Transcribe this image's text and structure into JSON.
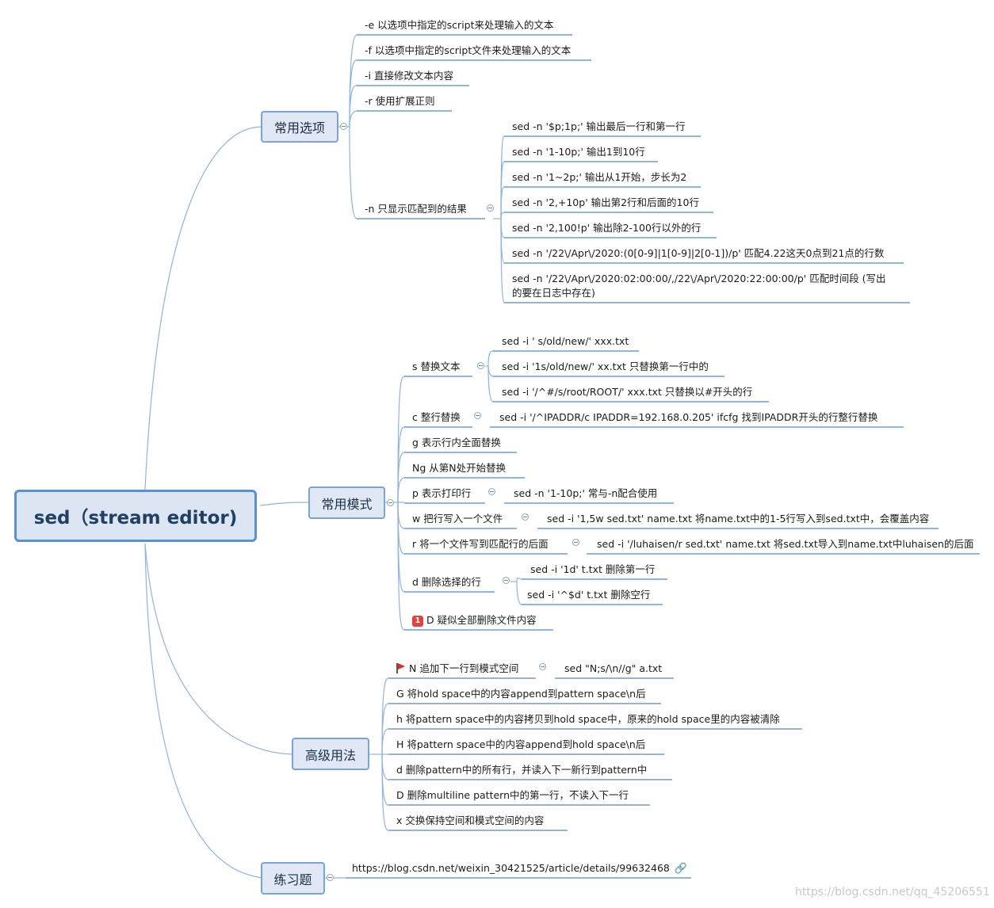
{
  "root": {
    "label": "sed（stream editor)"
  },
  "branches": {
    "options": "常用选项",
    "modes": "常用模式",
    "advanced": "高级用法",
    "exercise": "练习题"
  },
  "options": {
    "e": "-e  以选项中指定的script来处理输入的文本",
    "f": "-f  以选项中指定的script文件来处理输入的文本",
    "i": "-i  直接修改文本内容",
    "r": "-r  使用扩展正则",
    "n": "-n  只显示匹配到的结果",
    "n_examples": [
      "sed -n '$p;1p;'  输出最后一行和第一行",
      "sed -n '1-10p;'  输出1到10行",
      "sed -n '1~2p;'  输出从1开始，步长为2",
      "sed -n '2,+10p'  输出第2行和后面的10行",
      "sed -n '2,100!p'  输出除2-100行以外的行",
      "sed -n '/22\\/Apr\\/2020:(0[0-9]|1[0-9]|2[0-1])/p'  匹配4.22这天0点到21点的行数",
      "sed -n '/22\\/Apr\\/2020:02:00:00/,/22\\/Apr\\/2020:22:00:00/p'  匹配时间段 (写出",
      "的要在日志中存在)"
    ]
  },
  "modes": {
    "s": "s  替换文本",
    "s_examples": [
      "sed -i ' s/old/new/' xxx.txt",
      "sed -i '1s/old/new/' xx.txt  只替换第一行中的",
      "sed -i '/^#/s/root/ROOT/' xxx.txt  只替换以#开头的行"
    ],
    "c": "c 整行替换",
    "c_example": "sed -i '/^IPADDR/c IPADDR=192.168.0.205'  ifcfg  找到IPADDR开头的行整行替换",
    "g": "g  表示行内全面替换",
    "Ng": "Ng  从第N处开始替换",
    "p": "p  表示打印行",
    "p_example": "sed -n '1-10p;'  常与-n配合使用",
    "w": "w  把行写入一个文件",
    "w_example": "sed -i '1,5w sed.txt' name.txt  将name.txt中的1-5行写入到sed.txt中，会覆盖内容",
    "r": "r   将一个文件写到匹配行的后面",
    "r_example": "sed -i '/luhaisen/r sed.txt' name.txt  将sed.txt导入到name.txt中luhaisen的后面",
    "d": "d  删除选择的行",
    "d_examples": [
      "sed -i '1d' t.txt  删除第一行",
      "sed -i '^$d' t.txt  删除空行"
    ],
    "D_marker": "1",
    "D": "D  疑似全部删除文件内容"
  },
  "advanced": {
    "N": "N  追加下一行到模式空间",
    "N_example": "sed \"N;s/\\n//g\" a.txt",
    "G": "G   将hold space中的内容append到pattern space\\n后",
    "h": "h   将pattern space中的内容拷贝到hold space中，原来的hold space里的内容被清除",
    "H": "H    将pattern space中的内容append到hold space\\n后",
    "d": "d    删除pattern中的所有行，并读入下一新行到pattern中",
    "D": "D    删除multiline pattern中的第一行，不读入下一行",
    "x": "x    交换保持空间和模式空间的内容"
  },
  "exercise": {
    "url": "https://blog.csdn.net/weixin_30421525/article/details/99632468"
  },
  "watermark": "https://blog.csdn.net/qq_45206551",
  "colors": {
    "line": "#8fb3e3",
    "root_border": "#5b8fd6",
    "branch_fill": "#dfe8f4",
    "marker_red": "#e0433d"
  },
  "icons": {
    "link": "link-icon",
    "flag": "red-flag-icon",
    "priority": "priority-1-icon",
    "collapse": "collapse-toggle-icon"
  }
}
